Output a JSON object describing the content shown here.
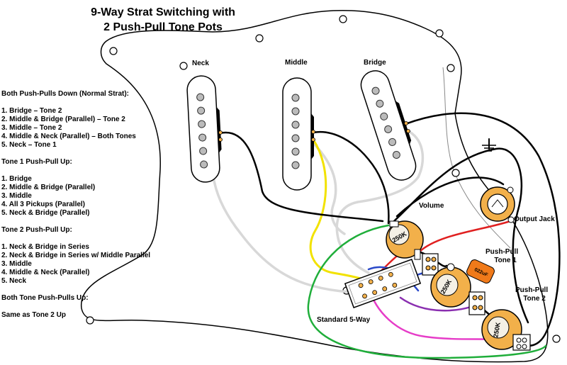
{
  "title": {
    "line1": "9-Way Strat Switching with",
    "line2": "2 Push-Pull Tone Pots"
  },
  "pickups": {
    "neck": "Neck",
    "middle": "Middle",
    "bridge": "Bridge"
  },
  "components": {
    "volume": "Volume",
    "output_jack": "Output Jack",
    "tone1": [
      "Push-Pull",
      "Tone 1"
    ],
    "tone2": [
      "Push-Pull",
      "Tone 2"
    ],
    "switch": "Standard 5-Way",
    "pot_value": "250K",
    "cap_value": "022uF"
  },
  "legend": {
    "down_header": "Both Push-Pulls Down (Normal Strat):",
    "down_items": [
      "1. Bridge – Tone 2",
      "2. Middle & Bridge (Parallel) – Tone 2",
      "3. Middle – Tone 2",
      "4. Middle & Neck (Parallel) – Both Tones",
      "5. Neck – Tone 1"
    ],
    "tone1_header": "Tone 1 Push-Pull Up:",
    "tone1_items": [
      "1. Bridge",
      "2. Middle & Bridge (Parallel)",
      "3. Middle",
      "4. All 3 Pickups (Parallel)",
      "5. Neck & Bridge (Parallel)"
    ],
    "tone2_header": "Tone 2 Push-Pull Up:",
    "tone2_items": [
      "1. Neck & Bridge in Series",
      "2. Neck & Bridge in Series w/ Middle Parallel",
      "3. Middle",
      "4. Middle & Neck (Parallel)",
      "5. Neck"
    ],
    "both_header": "Both Tone Push-Pulls Up:",
    "both_text": "Same as Tone 2 Up"
  },
  "colors": {
    "wire_black": "#000000",
    "wire_white": "#d8d8d8",
    "wire_yellow": "#f2e200",
    "wire_green": "#1fae3a",
    "wire_red": "#e02020",
    "wire_blue": "#2a49c9",
    "wire_purple": "#8a2fb0",
    "wire_magenta": "#e63cc8",
    "wire_orange": "#f08a1e",
    "pot_body": "#f2b04a",
    "cap": "#f07a1a"
  }
}
